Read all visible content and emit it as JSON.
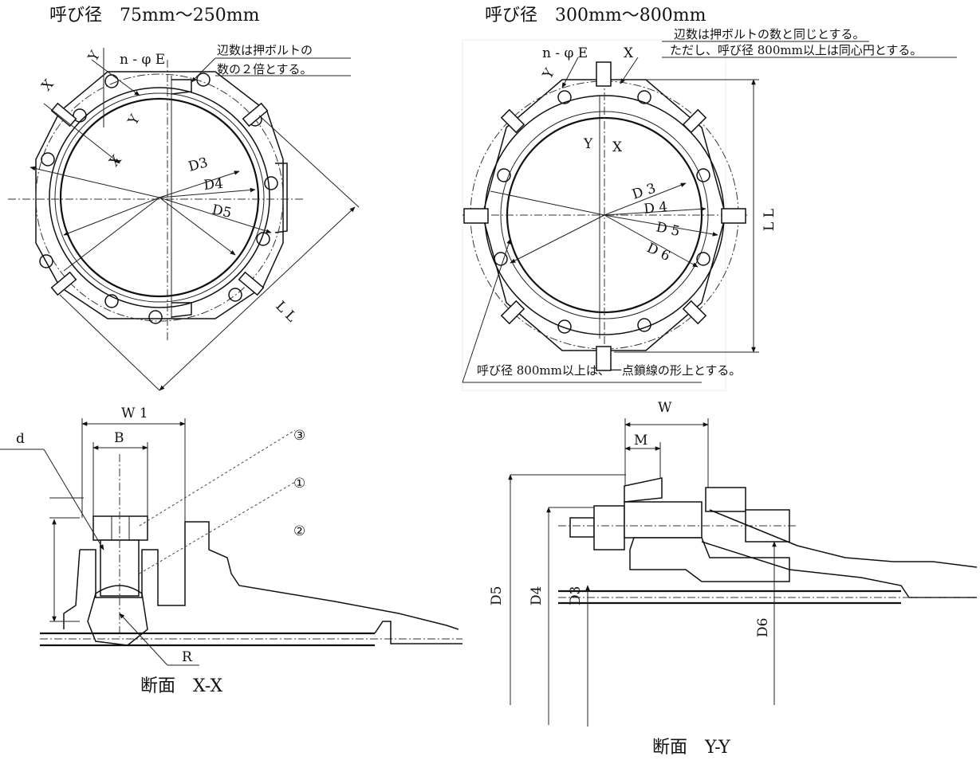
{
  "titles": {
    "left": "呼び径　75mm～250mm",
    "right": "呼び径　300mm～800mm"
  },
  "left_view": {
    "note_line1": "辺数は押ボルトの",
    "note_line2": "数の２倍とする。",
    "hole_label": "n - φ E",
    "x": "X",
    "y": "Y",
    "d3": "D3",
    "d4": "D4",
    "d5": "D5",
    "ll": "L L"
  },
  "right_view": {
    "note_line1": "辺数は押ボルトの数と同じとする。",
    "note_line2": "ただし、呼び径 800mm以上は同心円とする。",
    "hole_label": "n - φ E",
    "x": "X",
    "y": "Y",
    "d3": "D 3",
    "d4": "D 4",
    "d5": "D 5",
    "d6": "D 6",
    "ll": "L L",
    "bottom_note": "呼び径 800mm以上は、一点鎖線の形上とする。"
  },
  "section_xx": {
    "d": "d",
    "w1": "W 1",
    "b": "B",
    "c3": "③",
    "c1": "①",
    "c2": "②",
    "r": "R",
    "caption": "断面　X-X"
  },
  "section_yy": {
    "w": "W",
    "m": "M",
    "d5": "D5",
    "d4": "D4",
    "d3": "D3",
    "d6": "D6",
    "caption": "断面　Y-Y"
  }
}
